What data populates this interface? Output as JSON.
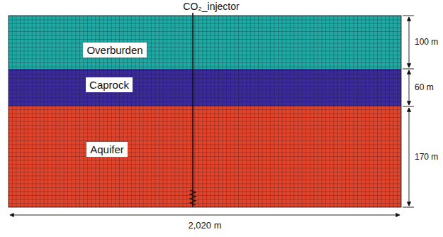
{
  "diagram": {
    "nodes": [
      {
        "text": [
          "Overburden"
        ]
      },
      {
        "text": [
          "Caprock"
        ]
      },
      {
        "text": [
          "Aquifer"
        ]
      }
    ],
    "labels": [
      "CO₂_injector",
      "100 m",
      "60 m",
      "170 m",
      "2,020 m"
    ]
  }
}
